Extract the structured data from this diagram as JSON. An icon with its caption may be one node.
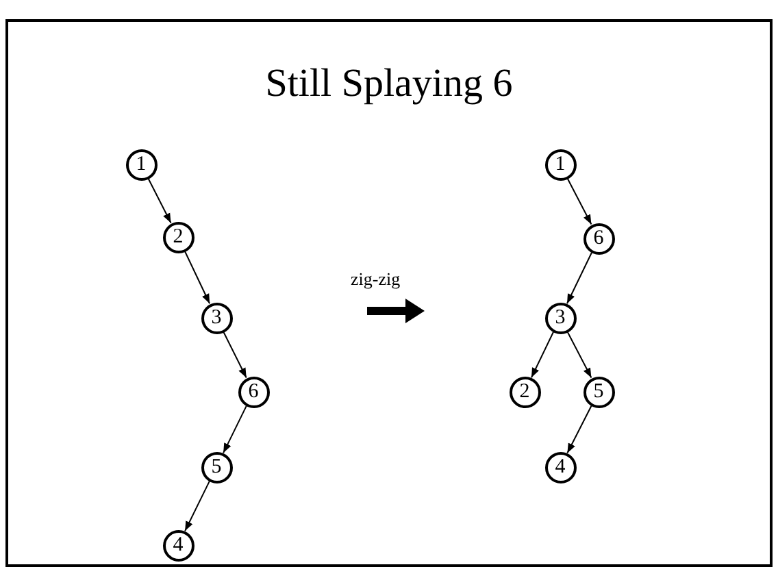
{
  "diagram": {
    "title": "Still Splaying 6",
    "nodes": [
      {
        "text": [
          "1"
        ]
      },
      {
        "text": [
          "2"
        ]
      },
      {
        "text": [
          "3"
        ]
      },
      {
        "text": [
          "6"
        ]
      },
      {
        "text": [
          "5"
        ]
      },
      {
        "text": [
          "4"
        ]
      },
      {
        "text": [
          "1"
        ]
      },
      {
        "text": [
          "6"
        ]
      },
      {
        "text": [
          "3"
        ]
      },
      {
        "text": [
          "2"
        ]
      },
      {
        "text": [
          "5"
        ]
      },
      {
        "text": [
          "4"
        ]
      }
    ],
    "edges": [
      {
        "from": 0,
        "to": 1,
        "arrow": "to"
      },
      {
        "from": 1,
        "to": 2,
        "arrow": "to"
      },
      {
        "from": 2,
        "to": 3,
        "arrow": "to"
      },
      {
        "from": 3,
        "to": 4,
        "arrow": "to"
      },
      {
        "from": 4,
        "to": 5,
        "arrow": "to"
      },
      {
        "from": 6,
        "to": 7,
        "arrow": "to"
      },
      {
        "from": 7,
        "to": 8,
        "arrow": "to"
      },
      {
        "from": 8,
        "to": 9,
        "arrow": "to"
      },
      {
        "from": 8,
        "to": 10,
        "arrow": "to"
      },
      {
        "from": 10,
        "to": 11,
        "arrow": "to"
      }
    ],
    "labels": [
      "zig-zig"
    ]
  }
}
